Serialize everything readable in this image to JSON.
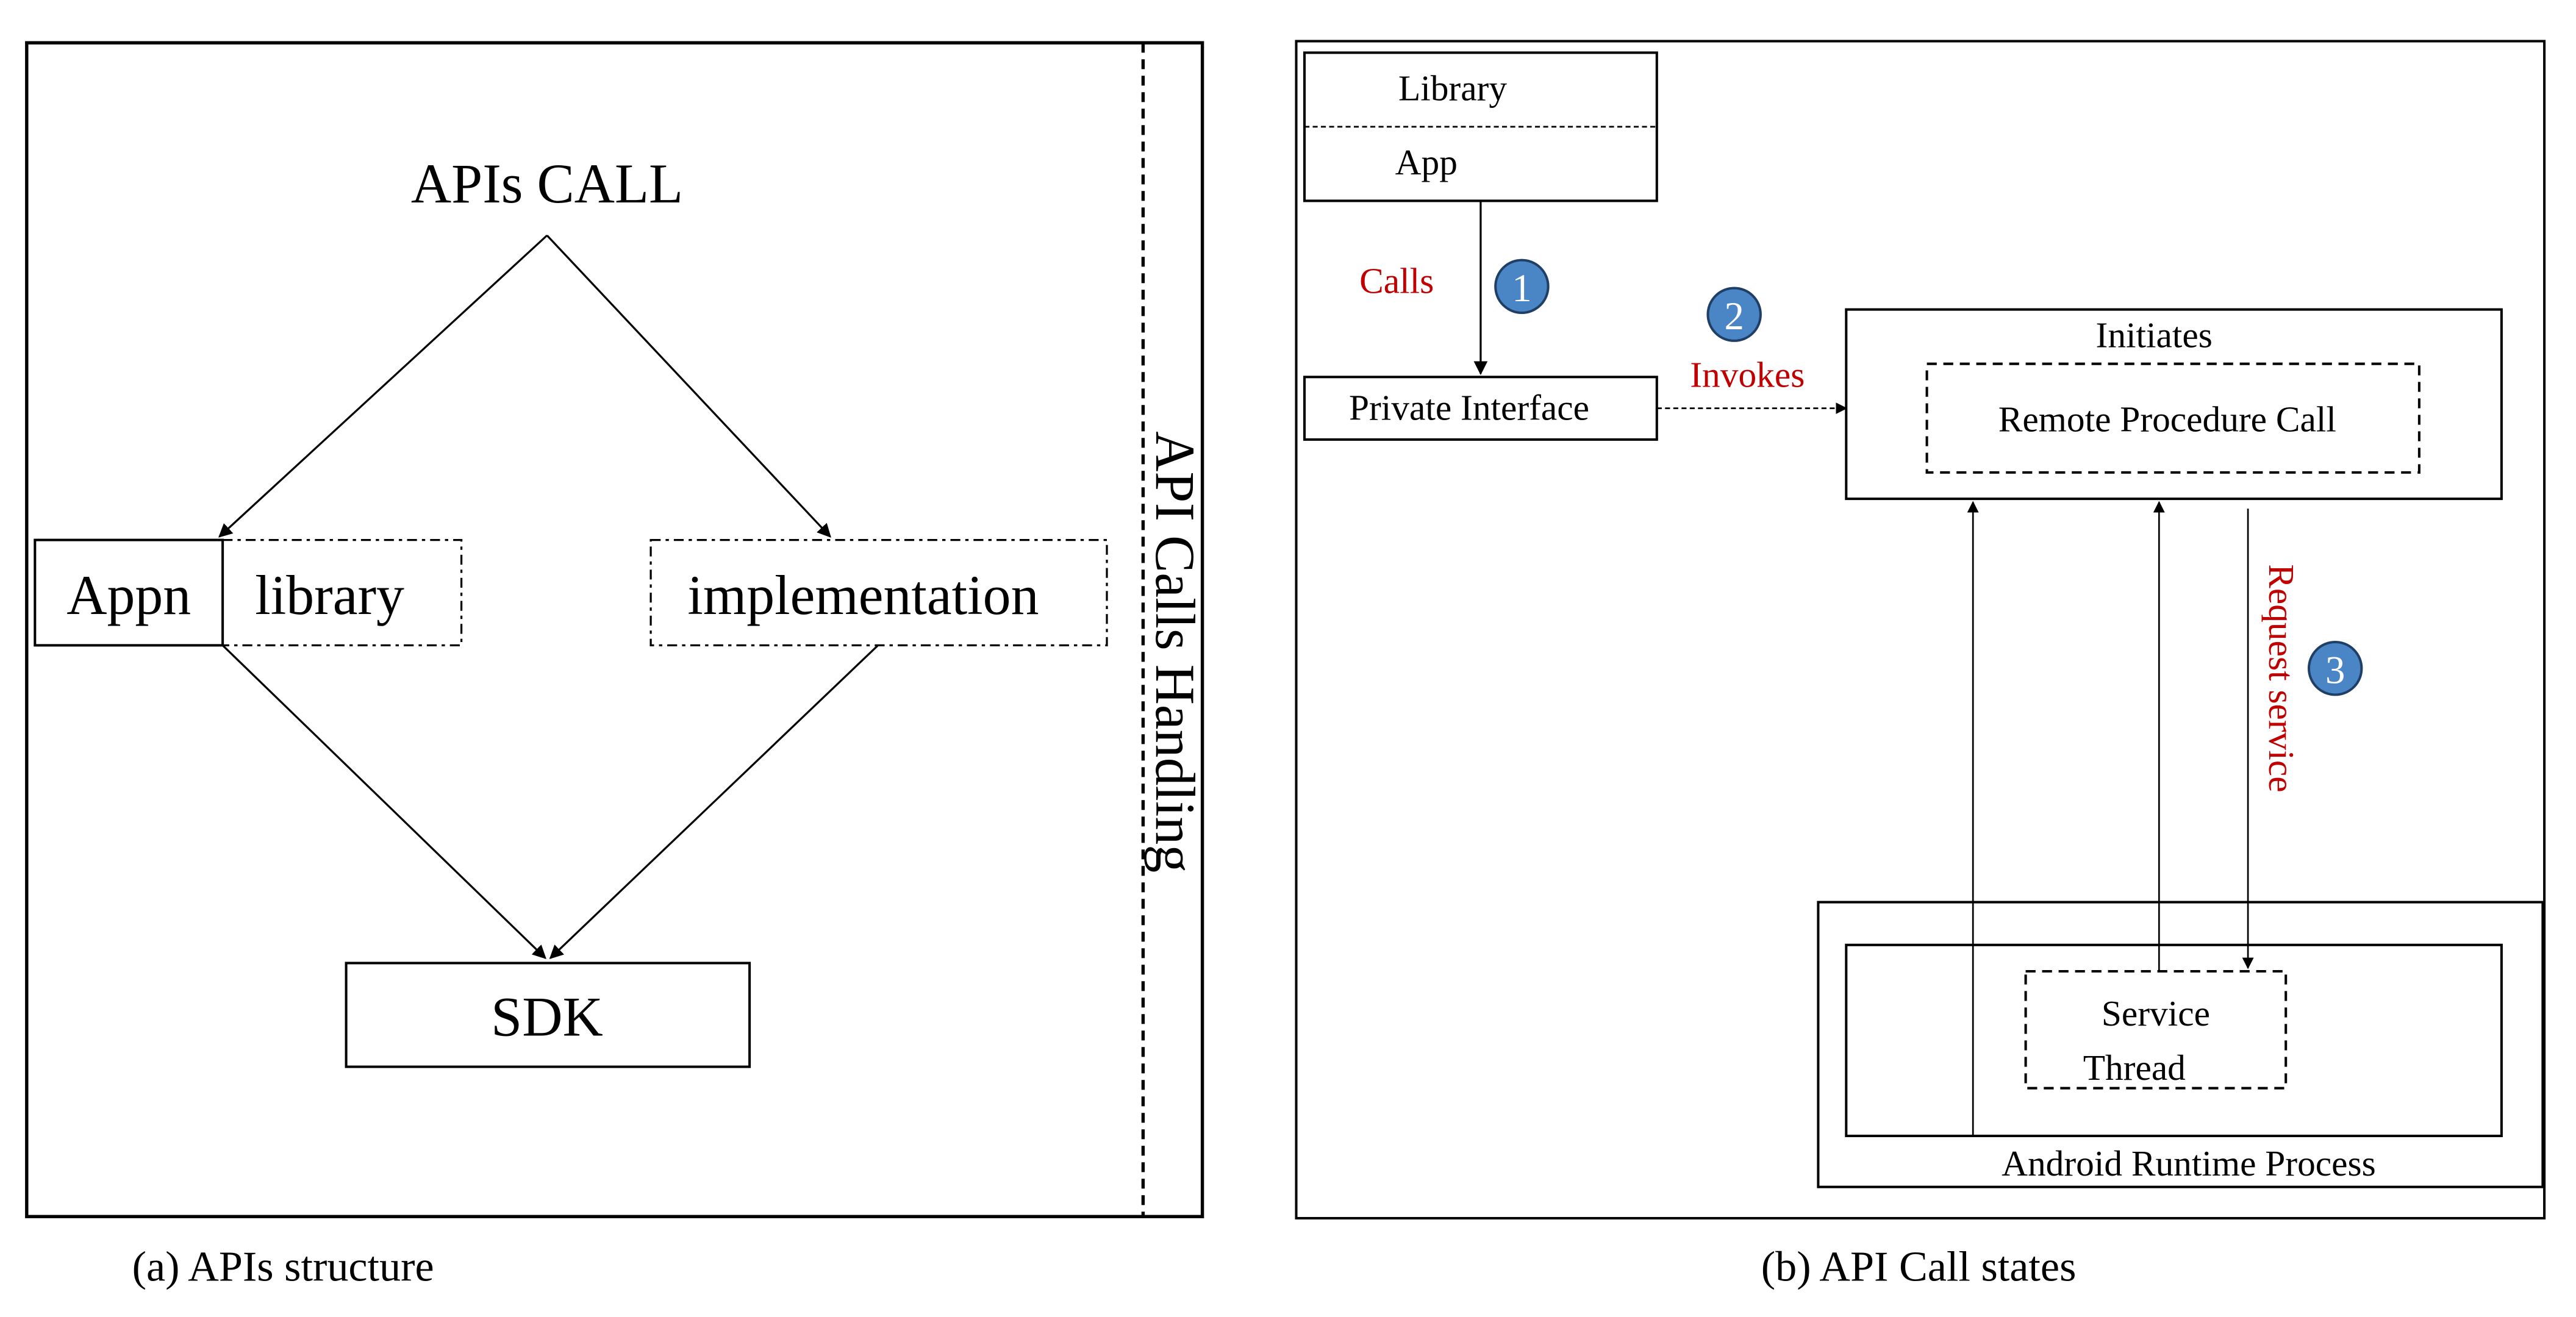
{
  "colors": {
    "line": "#000000",
    "accent_text": "#c00000",
    "badge_fill": "#4a86c5",
    "badge_stroke": "#1f3f66"
  },
  "panel_a": {
    "top_label": "APIs CALL",
    "app_label": "Appn",
    "library_label": "library",
    "implementation_label": "implementation",
    "sdk_label": "SDK",
    "side_label": "API Calls Handling",
    "caption": "(a) APIs structure"
  },
  "panel_b": {
    "library_label": "Library",
    "app_label": "App",
    "calls_label": "Calls",
    "private_interface_label": "Private Interface",
    "invokes_label": "Invokes",
    "initiates_label": "Initiates",
    "rpc_label": "Remote Procedure Call",
    "request_service_label": "Request service",
    "service_label": "Service",
    "thread_label": "Thread",
    "runtime_label": "Android Runtime Process",
    "badges": [
      "1",
      "2",
      "3"
    ],
    "caption": "(b) API Call states"
  }
}
